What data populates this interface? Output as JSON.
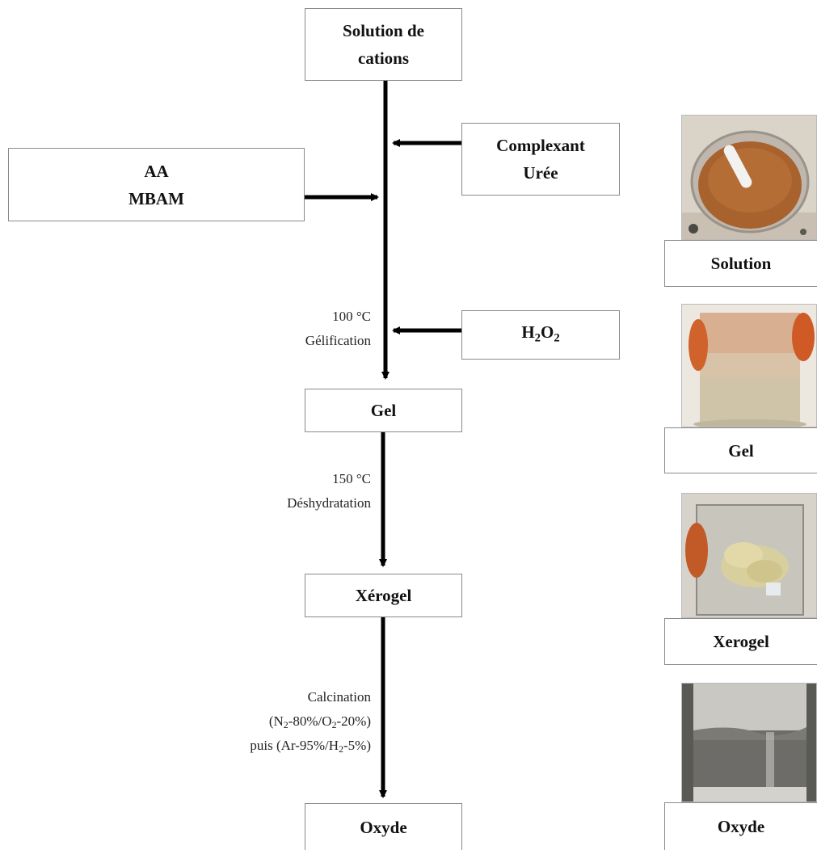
{
  "flow": {
    "solution_cations": [
      "Solution de",
      "cations"
    ],
    "complexant": [
      "Complexant",
      "Urée"
    ],
    "aa_mbam": [
      "AA",
      "MBAM"
    ],
    "h2o2": {
      "h": "H",
      "two_a": "2",
      "o": "O",
      "two_b": "2"
    },
    "gel": "Gel",
    "xerogel": "Xérogel",
    "oxyde": "Oxyde"
  },
  "steps": {
    "gelification": [
      "100 °C",
      "Gélification"
    ],
    "dehydration": [
      "150 °C",
      "Déshydratation"
    ],
    "calcination": {
      "line1": "Calcination",
      "line2": {
        "a": "(N",
        "b": "2",
        "c": "-80%/O",
        "d": "2",
        "e": "-20%)"
      },
      "line3": {
        "a": "puis (Ar-95%/H",
        "b": "2",
        "c": "-5%)"
      }
    }
  },
  "photos": {
    "solution": "Solution",
    "gel": "Gel",
    "xerogel": "Xerogel",
    "oxyde": "Oxyde"
  }
}
